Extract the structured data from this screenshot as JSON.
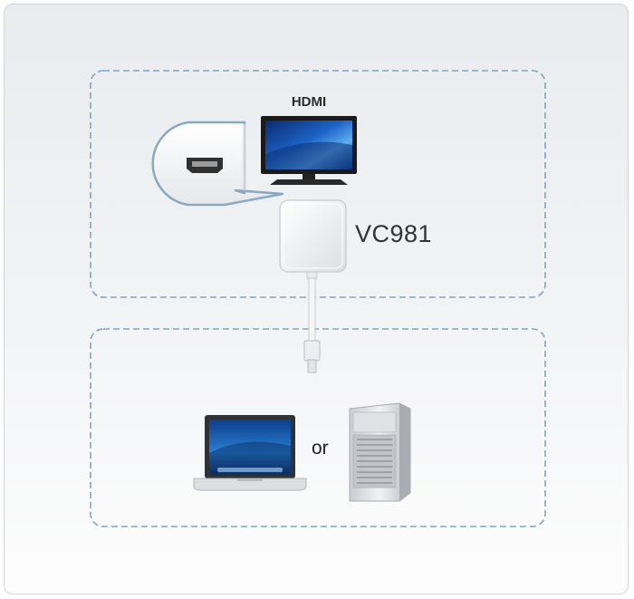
{
  "diagram": {
    "display_label": "HDMI",
    "adapter_label": "VC981",
    "connector_label": "or",
    "colors": {
      "dashed_border": "#7da6bf",
      "frame_border": "#d2d4d7",
      "adapter_body": "#f2f3f5"
    },
    "icons": {
      "display": "hdmi-monitor-icon",
      "port": "hdmi-port-icon",
      "adapter": "adapter-icon",
      "laptop": "laptop-icon",
      "desktop": "desktop-tower-icon"
    }
  }
}
